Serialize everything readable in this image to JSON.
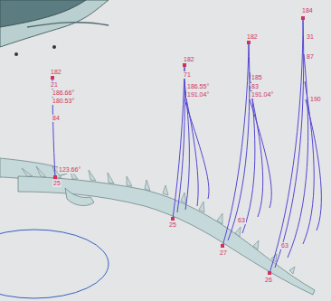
{
  "diagram": {
    "labels": [
      "182",
      "21",
      "186.66°",
      "180.53°",
      "84",
      "123.66°",
      "25",
      "182",
      "71",
      "186.55°",
      "191.04°",
      "25",
      "182",
      "185",
      "83",
      "191.04°",
      "63",
      "27",
      "184",
      "31",
      "87",
      "190",
      "63",
      "26"
    ]
  }
}
